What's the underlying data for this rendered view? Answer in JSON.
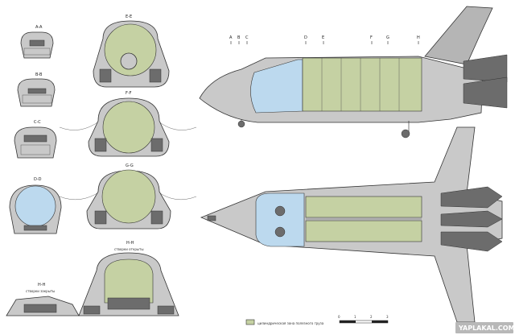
{
  "sections": {
    "aa": "A-A",
    "bb": "B-B",
    "cc": "C-C",
    "dd": "D-D",
    "ee": "E-E",
    "ff": "F-F",
    "gg": "G-G",
    "hh_title": "H-H",
    "hh_note": "створки открыты",
    "hh2_title": "H-H",
    "hh2_note": "створки закрыты"
  },
  "side_markers": [
    "A",
    "B",
    "C",
    "D",
    "E",
    "F",
    "G",
    "H"
  ],
  "legend": {
    "text": "цилиндрическая зона полезного груза"
  },
  "scale_bar": {
    "ticks": [
      "0",
      "1",
      "2",
      "3"
    ]
  },
  "watermark": {
    "text": "YAPLAKAL.COM"
  },
  "colors": {
    "hull": "#c9c9c9",
    "payload_bay": "#c5d1a3",
    "crew_cabin": "#bcd9ee",
    "dark_detail": "#6c6c6c"
  }
}
